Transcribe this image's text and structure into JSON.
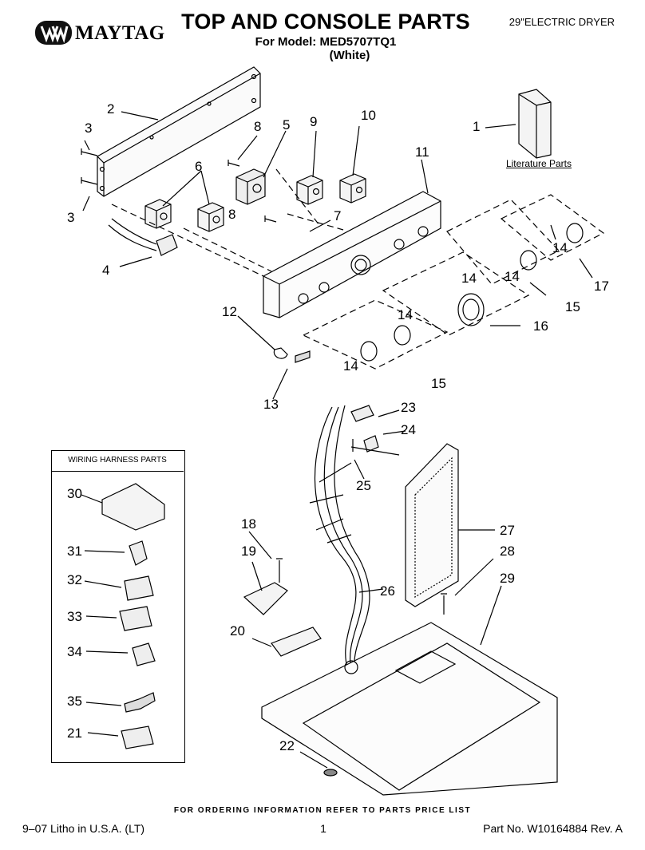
{
  "header": {
    "brand": "MAYTAG",
    "title": "TOP AND CONSOLE PARTS",
    "model_line": "For Model: MED5707TQ1",
    "color_line": "(White)",
    "category": "29\"ELECTRIC DRYER"
  },
  "literature_label": "Literature Parts",
  "wiring_box_title": "WIRING HARNESS PARTS",
  "callouts": {
    "c1": "1",
    "c2": "2",
    "c3a": "3",
    "c3b": "3",
    "c4": "4",
    "c5": "5",
    "c6": "6",
    "c7": "7",
    "c8a": "8",
    "c8b": "8",
    "c9": "9",
    "c10": "10",
    "c11": "11",
    "c12": "12",
    "c13": "13",
    "c14a": "14",
    "c14b": "14",
    "c14c": "14",
    "c14d": "14",
    "c14e": "14",
    "c15a": "15",
    "c15b": "15",
    "c16": "16",
    "c17": "17",
    "c18": "18",
    "c19": "19",
    "c20": "20",
    "c21": "21",
    "c22": "22",
    "c23": "23",
    "c24": "24",
    "c25": "25",
    "c26": "26",
    "c27": "27",
    "c28": "28",
    "c29": "29",
    "c30": "30",
    "c31": "31",
    "c32": "32",
    "c33": "33",
    "c34": "34",
    "c35": "35"
  },
  "footer": {
    "order_note": "FOR ORDERING INFORMATION REFER TO PARTS PRICE LIST",
    "litho": "9–07 Litho in U.S.A. (LT)",
    "page": "1",
    "part_no": "Part No. W10164884 Rev. A"
  }
}
